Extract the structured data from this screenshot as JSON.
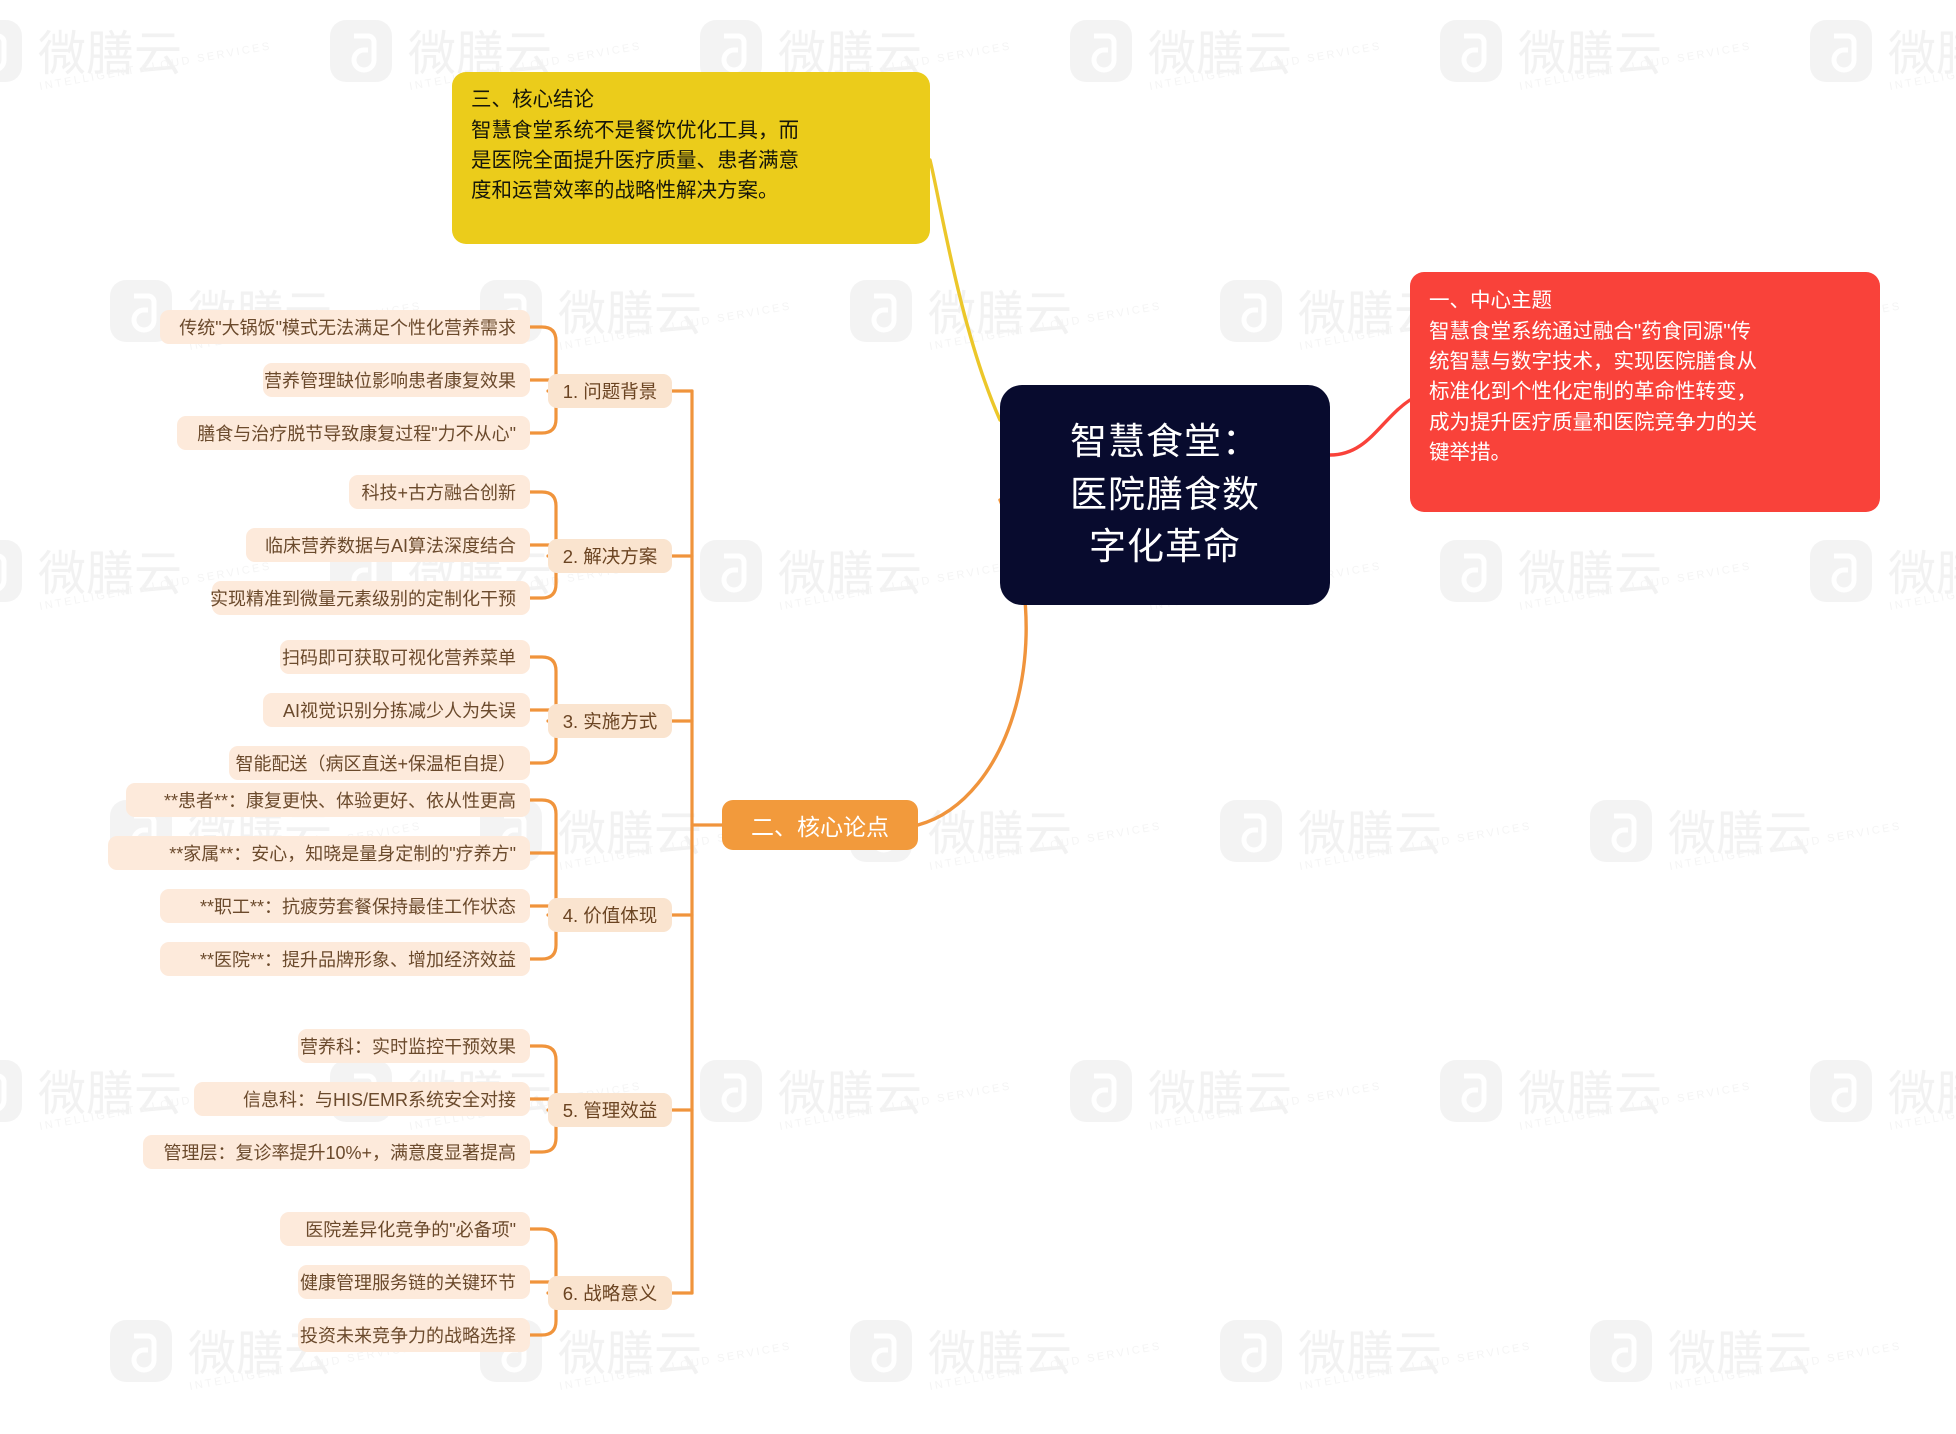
{
  "diagram": {
    "type": "mindmap",
    "title": "智慧食堂：医院膳食数字化革命 思维导图",
    "colors": {
      "central_bg": "#080b2e",
      "central_text": "#ffffff",
      "red_callout_bg": "#f9423a",
      "yellow_callout_bg": "#ebcc1b",
      "branch_pill_bg": "#f29a3c",
      "branch_chip_bg": "#fae4cf",
      "leaf_chip_bg": "#fdeadb",
      "edge_orange": "#f0943c",
      "edge_yellow": "#ecc72a",
      "edge_red": "#f9423a",
      "page_bg": "#ffffff"
    }
  },
  "central": {
    "line1": "智慧食堂：",
    "line2": "医院膳食数",
    "line3": "字化革命"
  },
  "callouts": {
    "conclusion": {
      "title": "三、核心结论",
      "line1": "智慧食堂系统不是餐饮优化工具，而",
      "line2": "是医院全面提升医疗质量、患者满意",
      "line3": "度和运营效率的战略性解决方案。"
    },
    "center_theme": {
      "title": "一、中心主题",
      "line1": "智慧食堂系统通过融合\"药食同源\"传",
      "line2": "统智慧与数字技术，实现医院膳食从",
      "line3": "标准化到个性化定制的革命性转变，",
      "line4": "成为提升医疗质量和医院竞争力的关",
      "line5": "键举措。"
    }
  },
  "core_argument": {
    "label": "二、核心论点"
  },
  "branches": [
    {
      "label": "1. 问题背景",
      "leaves": [
        "传统\"大锅饭\"模式无法满足个性化营养需求",
        "营养管理缺位影响患者康复效果",
        "膳食与治疗脱节导致康复过程\"力不从心\""
      ]
    },
    {
      "label": "2. 解决方案",
      "leaves": [
        "科技+古方融合创新",
        "临床营养数据与AI算法深度结合",
        "实现精准到微量元素级别的定制化干预"
      ]
    },
    {
      "label": "3. 实施方式",
      "leaves": [
        "扫码即可获取可视化营养菜单",
        "AI视觉识别分拣减少人为失误",
        "智能配送（病区直送+保温柜自提）"
      ]
    },
    {
      "label": "4. 价值体现",
      "leaves": [
        "**患者**：康复更快、体验更好、依从性更高",
        "**家属**：安心，知晓是量身定制的\"疗养方\"",
        "**职工**：抗疲劳套餐保持最佳工作状态",
        "**医院**：提升品牌形象、增加经济效益"
      ]
    },
    {
      "label": "5. 管理效益",
      "leaves": [
        "营养科：实时监控干预效果",
        "信息科：与HIS/EMR系统安全对接",
        "管理层：复诊率提升10%+，满意度显著提高"
      ]
    },
    {
      "label": "6. 战略意义",
      "leaves": [
        "医院差异化竞争的\"必备项\"",
        "健康管理服务链的关键环节",
        "投资未来竞争力的战略选择"
      ]
    }
  ],
  "watermark": {
    "text": "微膳云",
    "subtext": "INTELLIGENT CLOUD SERVICES"
  }
}
